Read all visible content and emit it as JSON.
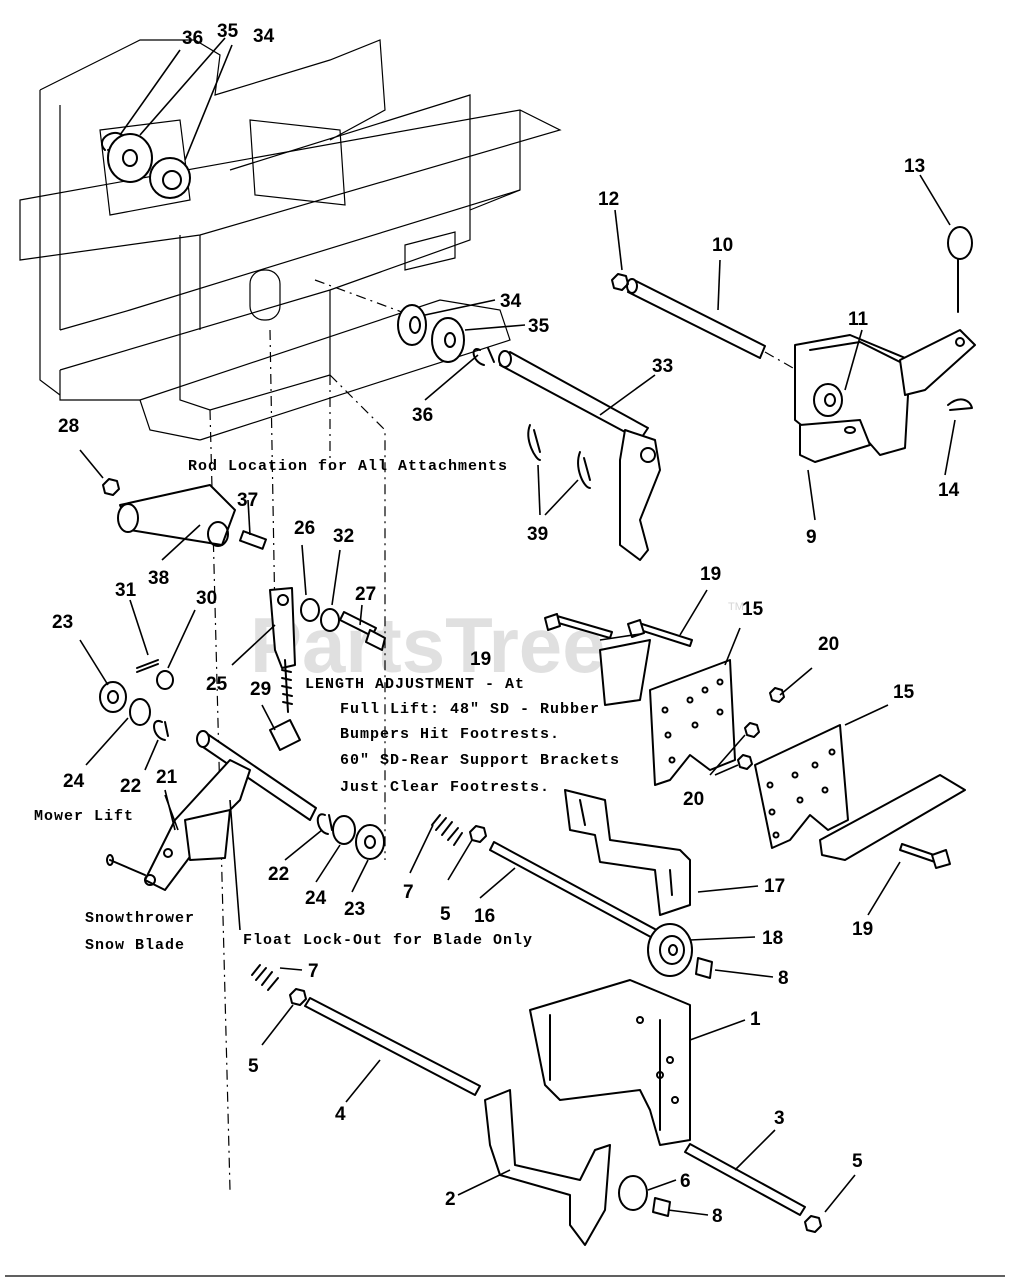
{
  "watermark": {
    "text": "PartsTree",
    "tm": "TM"
  },
  "notes": {
    "rod_location": "Rod Location for All Attachments",
    "length_adjustment": "LENGTH ADJUSTMENT - At",
    "full_lift": "Full Lift: 48\" SD - Rubber",
    "bumpers": "Bumpers Hit Footrests.",
    "rear_support": "60\" SD-Rear Support Brackets",
    "clear": "Just Clear Footrests.",
    "mower_lift": "Mower Lift",
    "snowthrower": "Snowthrower",
    "snow_blade": "Snow Blade",
    "float_lockout": "Float Lock-Out for Blade Only"
  },
  "callouts": {
    "c1": "1",
    "c2": "2",
    "c3": "3",
    "c4": "4",
    "c5a": "5",
    "c5b": "5",
    "c5c": "5",
    "c6": "6",
    "c7a": "7",
    "c7b": "7",
    "c8a": "8",
    "c8b": "8",
    "c9": "9",
    "c10": "10",
    "c11": "11",
    "c12": "12",
    "c13": "13",
    "c14": "14",
    "c15a": "15",
    "c15b": "15",
    "c16": "16",
    "c17": "17",
    "c18": "18",
    "c19a": "19",
    "c19b": "19",
    "c19c": "19",
    "c20a": "20",
    "c20b": "20",
    "c21": "21",
    "c22a": "22",
    "c22b": "22",
    "c23a": "23",
    "c23b": "23",
    "c24a": "24",
    "c24b": "24",
    "c25": "25",
    "c26": "26",
    "c27": "27",
    "c28": "28",
    "c29": "29",
    "c30": "30",
    "c31": "31",
    "c32": "32",
    "c33": "33",
    "c34a": "34",
    "c34b": "34",
    "c35a": "35",
    "c35b": "35",
    "c36a": "36",
    "c36b": "36",
    "c37": "37",
    "c38": "38",
    "c39": "39"
  }
}
